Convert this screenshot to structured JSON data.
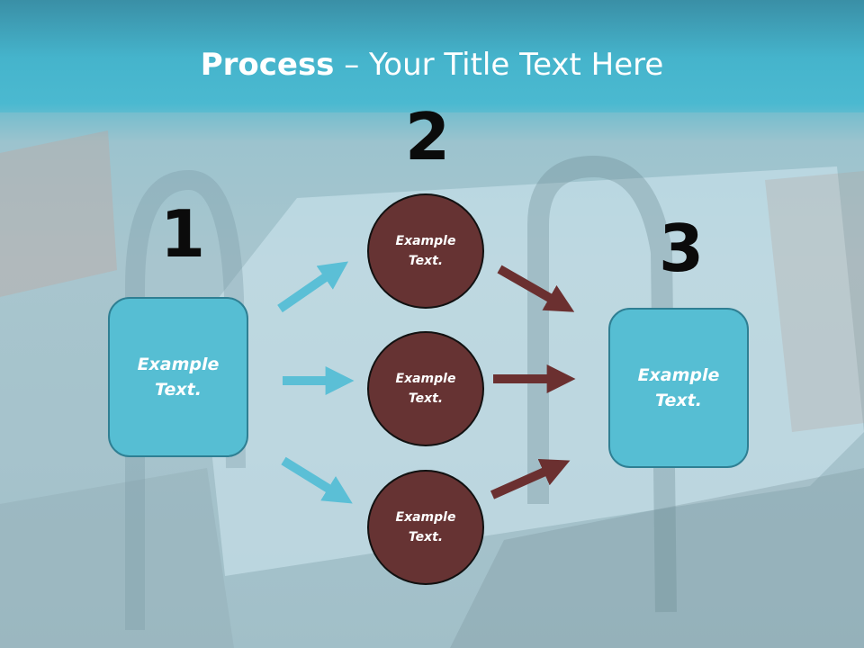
{
  "title": {
    "bold": "Process",
    "rest": " – Your Title Text Here"
  },
  "steps": [
    {
      "number": "1",
      "text": "Example\nText."
    },
    {
      "number": "2"
    },
    {
      "number": "3",
      "text": "Example\nText."
    }
  ],
  "circles": [
    {
      "text": "Example\nText."
    },
    {
      "text": "Example\nText."
    },
    {
      "text": "Example\nText."
    }
  ],
  "colors": {
    "box": "#56bed3",
    "circle": "#663333",
    "arrow_left": "#5bbfd6",
    "arrow_right": "#6b3030",
    "title": "#ffffff"
  }
}
